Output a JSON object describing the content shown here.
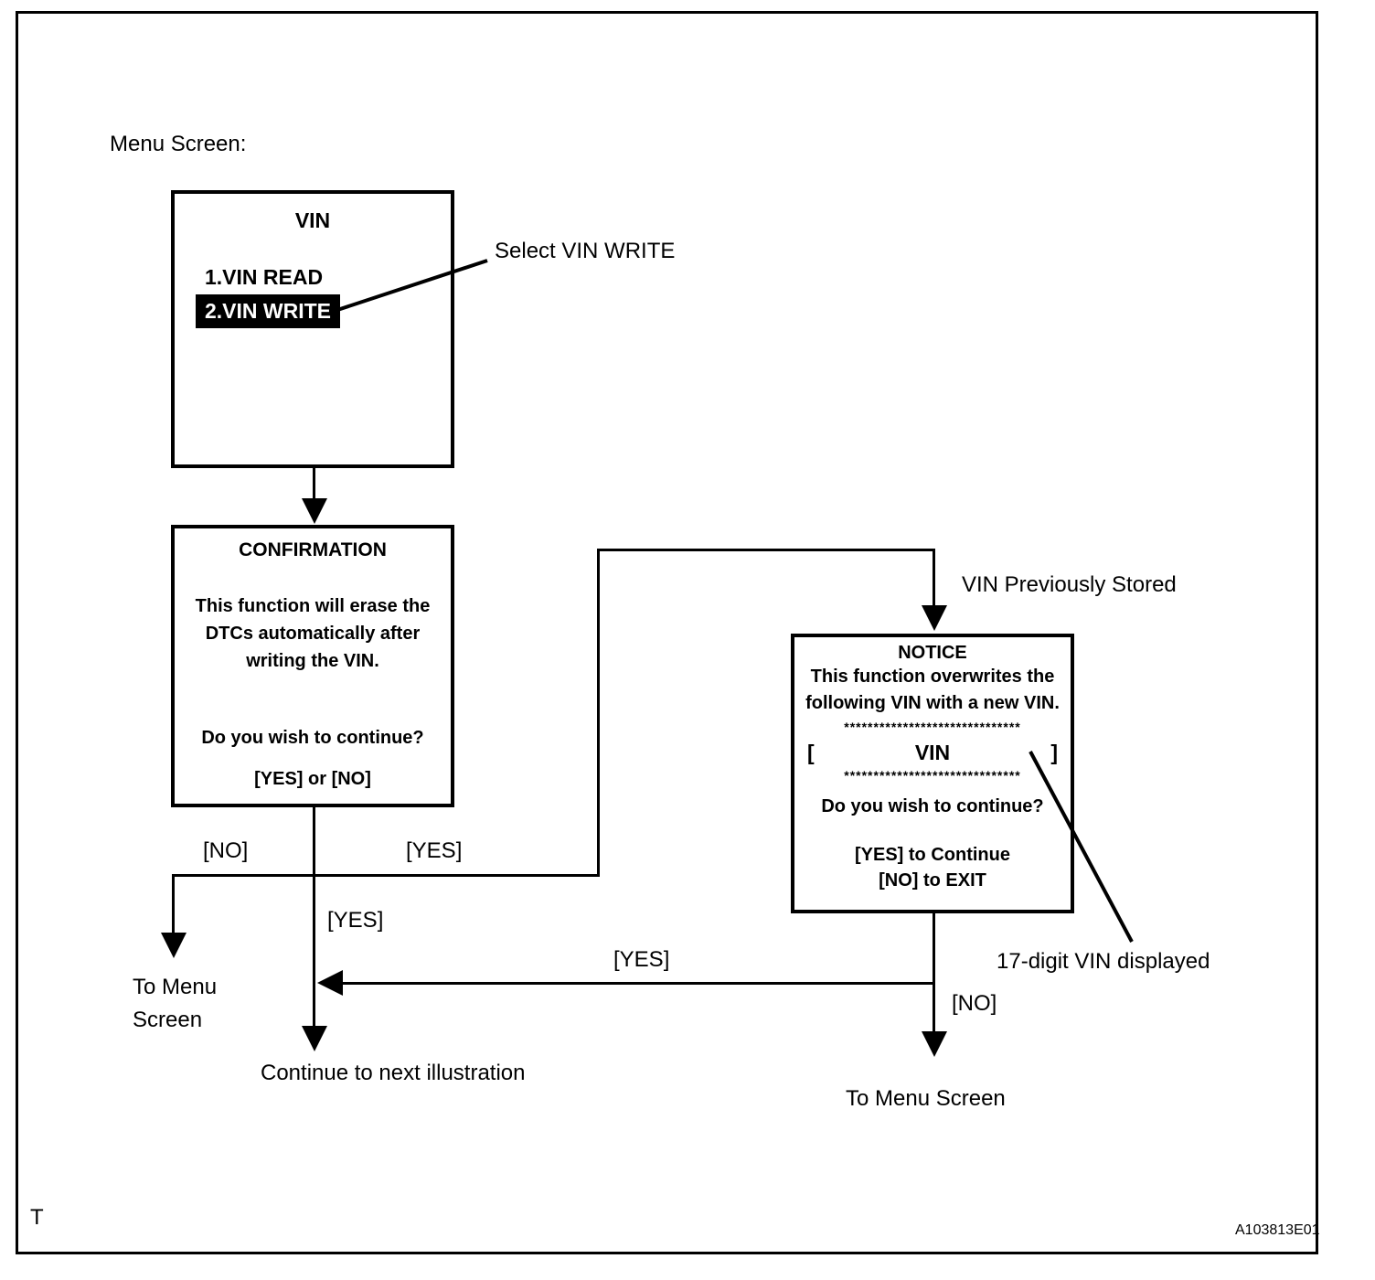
{
  "colors": {
    "ink": "#000000",
    "paper": "#ffffff",
    "highlight_bg": "#000000",
    "highlight_text": "#ffffff"
  },
  "header": {
    "menu_screen_label": "Menu Screen:"
  },
  "vin_menu_box": {
    "title": "VIN",
    "item_read": "1.VIN READ",
    "item_write": "2.VIN WRITE"
  },
  "callouts": {
    "select_vin_write": "Select VIN WRITE",
    "vin_previously_stored": "VIN Previously Stored",
    "seventeen_digit_vin": "17-digit VIN displayed"
  },
  "confirmation_box": {
    "title": "CONFIRMATION",
    "body_line1": "This function will erase the",
    "body_line2": "DTCs automatically after",
    "body_line3": "writing the VIN.",
    "question": "Do you wish to continue?",
    "options": "[YES] or [NO]"
  },
  "notice_box": {
    "title": "NOTICE",
    "body_line1": "This function overwrites the",
    "body_line2": "following VIN with a new VIN.",
    "asterisk_row_top": "******************************",
    "bracket_open": "[",
    "vin_field_label": "VIN",
    "bracket_close": "]",
    "asterisk_row_bottom": "******************************",
    "question": "Do you wish to continue?",
    "option_yes": "[YES] to Continue",
    "option_no": "[NO] to EXIT"
  },
  "flow_labels": {
    "confirmation_no": "[NO]",
    "confirmation_yes_branch": "[YES]",
    "confirmation_yes_down": "[YES]",
    "to_menu_left_line1": "To Menu",
    "to_menu_left_line2": "Screen",
    "continue_next": "Continue to next illustration",
    "notice_yes": "[YES]",
    "notice_no": "[NO]",
    "to_menu_right": "To Menu Screen"
  },
  "footer": {
    "page_note": "T",
    "figure_code": "A103813E01"
  }
}
